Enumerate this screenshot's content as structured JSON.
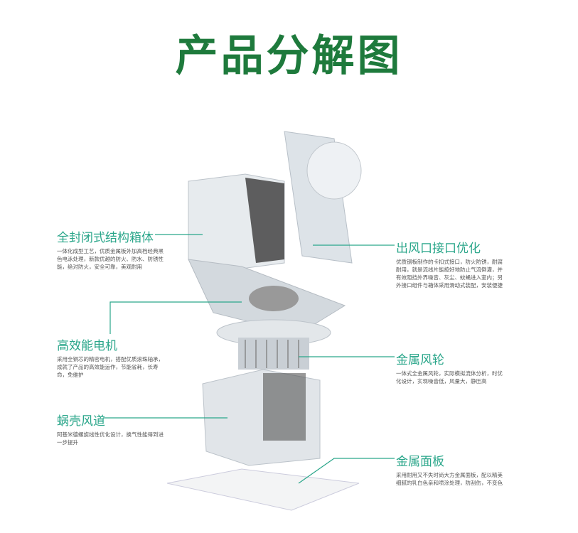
{
  "title": "产品分解图",
  "callouts": [
    {
      "title": "全封闭式结构箱体",
      "desc": "一体化成型工艺，优质金属板外加高档经典黑色电泳处理，新款优越的防火、防水、防锈性能，绝对防火，安全可靠，美观耐用"
    },
    {
      "title": "高效能电机",
      "desc": "采用全铜芯的精密电机，搭配优质滚珠轴承，成就了产品的高效能运作，节能省耗，长寿命，免维护"
    },
    {
      "title": "蜗壳风道",
      "desc": "阿基米德螺旋线性优化设计，换气性能得到进一步提升"
    },
    {
      "title": "出风口接口优化",
      "desc": "优质钢板制作的卡扣式接口，防火防锈，耐腐耐用，就是流线片能按好地防止气流倒灌，并有效阻挡外界噪音、灰尘、蚊蝇进入室内；另外接口组件与箱体采用滑动式装配，安装便捷"
    },
    {
      "title": "金属风轮",
      "desc": "一体式全金属风轮，实际模拟流体分析，时优化设计，实现噪音低，风量大，静压高"
    },
    {
      "title": "金属面板",
      "desc": "采用耐用又不失时尚大方金属面板，配以精美细腻的乳白色亲和喷涂处理，防刮伤，不变色"
    }
  ],
  "colors": {
    "title": "#1e7a3c",
    "accent": "#2aa68a"
  }
}
